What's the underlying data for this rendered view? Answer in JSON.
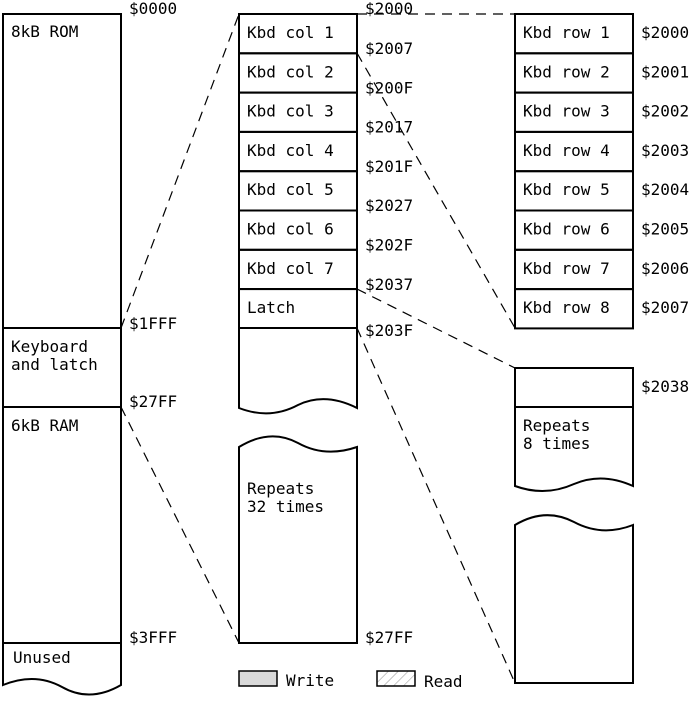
{
  "colors": {
    "write_fill": "#d9d9d9",
    "read_hatch": "#9a9a9a",
    "stroke": "#000000",
    "background": "#ffffff"
  },
  "main_map": {
    "addr_0000": "$0000",
    "rom_label": "8kB ROM",
    "addr_1fff": "$1FFF",
    "kbd_line1": "Keyboard",
    "kbd_line2": "and latch",
    "addr_27ff": "$27FF",
    "ram_label": "6kB RAM",
    "addr_3fff": "$3FFF",
    "unused_label": "Unused"
  },
  "columns": {
    "items": [
      {
        "label": "Kbd col 1",
        "addr": "$2007"
      },
      {
        "label": "Kbd col 2",
        "addr": "$200F"
      },
      {
        "label": "Kbd col 3",
        "addr": "$2017"
      },
      {
        "label": "Kbd col 4",
        "addr": "$201F"
      },
      {
        "label": "Kbd col 5",
        "addr": "$2027"
      },
      {
        "label": "Kbd col 6",
        "addr": "$202F"
      },
      {
        "label": "Kbd col 7",
        "addr": "$2037"
      }
    ],
    "addr_top": "$2000",
    "latch_label": "Latch",
    "latch_addr": "$203F",
    "repeats_line1": "Repeats",
    "repeats_line2": "32 times",
    "addr_bottom": "$27FF"
  },
  "rows": {
    "items": [
      {
        "label": "Kbd row 1",
        "addr": "$2000"
      },
      {
        "label": "Kbd row 2",
        "addr": "$2001"
      },
      {
        "label": "Kbd row 3",
        "addr": "$2002"
      },
      {
        "label": "Kbd row 4",
        "addr": "$2003"
      },
      {
        "label": "Kbd row 5",
        "addr": "$2004"
      },
      {
        "label": "Kbd row 6",
        "addr": "$2005"
      },
      {
        "label": "Kbd row 7",
        "addr": "$2006"
      },
      {
        "label": "Kbd row 8",
        "addr": "$2007"
      }
    ],
    "latch_addr": "$2038",
    "repeats_line1": "Repeats",
    "repeats_line2": "8 times"
  },
  "legend": {
    "write_label": "Write",
    "read_label": "Read"
  }
}
